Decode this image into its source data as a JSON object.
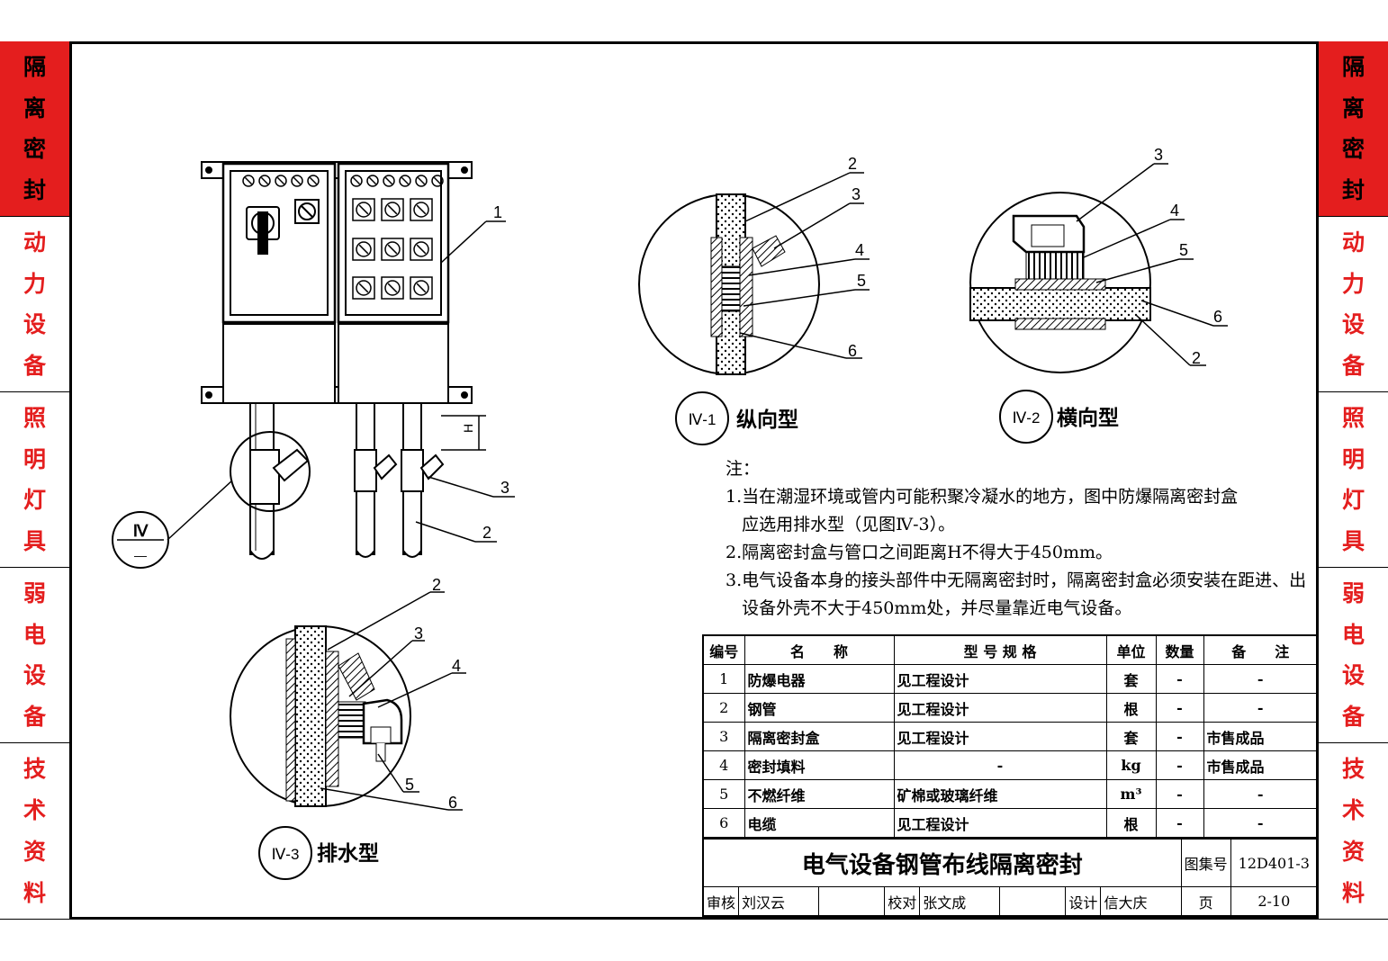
{
  "side_tabs": [
    {
      "label": [
        "隔",
        "离",
        "密",
        "封"
      ],
      "active": true
    },
    {
      "label": [
        "动",
        "力",
        "设",
        "备"
      ],
      "active": false
    },
    {
      "label": [
        "照",
        "明",
        "灯",
        "具"
      ],
      "active": false
    },
    {
      "label": [
        "弱",
        "电",
        "设",
        "备"
      ],
      "active": false
    },
    {
      "label": [
        "技",
        "术",
        "资",
        "料"
      ],
      "active": false
    }
  ],
  "colors": {
    "accent_red": "#e41e1e",
    "line": "#000000"
  },
  "callouts": {
    "main": [
      "1",
      "3",
      "2"
    ],
    "h_label": "H",
    "ref_circle": "Ⅳ",
    "ref_dash": "—",
    "d1": [
      "2",
      "3",
      "4",
      "5",
      "6"
    ],
    "d2": [
      "3",
      "4",
      "5",
      "6",
      "2"
    ],
    "d3": [
      "2",
      "3",
      "4",
      "5",
      "6"
    ]
  },
  "detail_titles": {
    "d1_ref": "Ⅳ-1",
    "d1_name": "纵向型",
    "d2_ref": "Ⅳ-2",
    "d2_name": "横向型",
    "d3_ref": "Ⅳ-3",
    "d3_name": "排水型"
  },
  "notes": {
    "heading": "注：",
    "lines": [
      "1.当在潮湿环境或管内可能积聚冷凝水的地方，图中防爆隔离密封盒",
      "   应选用排水型（见图Ⅳ-3）。",
      "2.隔离密封盒与管口之间距离H不得大于450mm。",
      "3.电气设备本身的接头部件中无隔离密封时，隔离密封盒必须安装在距进、出",
      "   设备外壳不大于450mm处，并尽量靠近电气设备。"
    ]
  },
  "table": {
    "headers": [
      "编号",
      "名　　称",
      "型 号 规 格",
      "单位",
      "数量",
      "备　　注"
    ],
    "rows": [
      [
        "1",
        "防爆电器",
        "见工程设计",
        "套",
        "-",
        "-"
      ],
      [
        "2",
        "钢管",
        "见工程设计",
        "根",
        "-",
        "-"
      ],
      [
        "3",
        "隔离密封盒",
        "见工程设计",
        "套",
        "-",
        "市售成品"
      ],
      [
        "4",
        "密封填料",
        "-",
        "kg",
        "-",
        "市售成品"
      ],
      [
        "5",
        "不燃纤维",
        "矿棉或玻璃纤维",
        "m³",
        "-",
        "-"
      ],
      [
        "6",
        "电缆",
        "见工程设计",
        "根",
        "-",
        "-"
      ]
    ]
  },
  "title_block": {
    "title": "电气设备钢管布线隔离密封",
    "atlas_label": "图集号",
    "atlas_no": "12D401-3",
    "review_label": "审核",
    "reviewer": "刘汉云",
    "check_label": "校对",
    "checker": "张文成",
    "design_label": "设计",
    "designer": "信大庆",
    "page_label": "页",
    "page_no": "2-10"
  }
}
